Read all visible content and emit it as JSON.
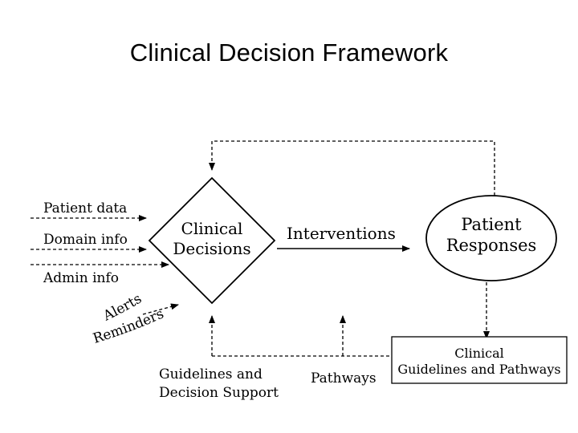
{
  "title": "Clinical Decision Framework",
  "inputs": {
    "patient_data": "Patient data",
    "domain_info": "Domain info",
    "admin_info": "Admin info"
  },
  "alerts_label": "Alerts",
  "reminders_label": "Reminders",
  "decision_node": {
    "line1": "Clinical",
    "line2": "Decisions"
  },
  "interventions_label": "Interventions",
  "responses_node": {
    "line1": "Patient",
    "line2": "Responses"
  },
  "guidelines_support": {
    "line1": "Guidelines and",
    "line2": "Decision Support"
  },
  "pathways_label": "Pathways",
  "clinical_guidelines": {
    "line1": "Clinical",
    "line2": "Guidelines and Pathways"
  }
}
